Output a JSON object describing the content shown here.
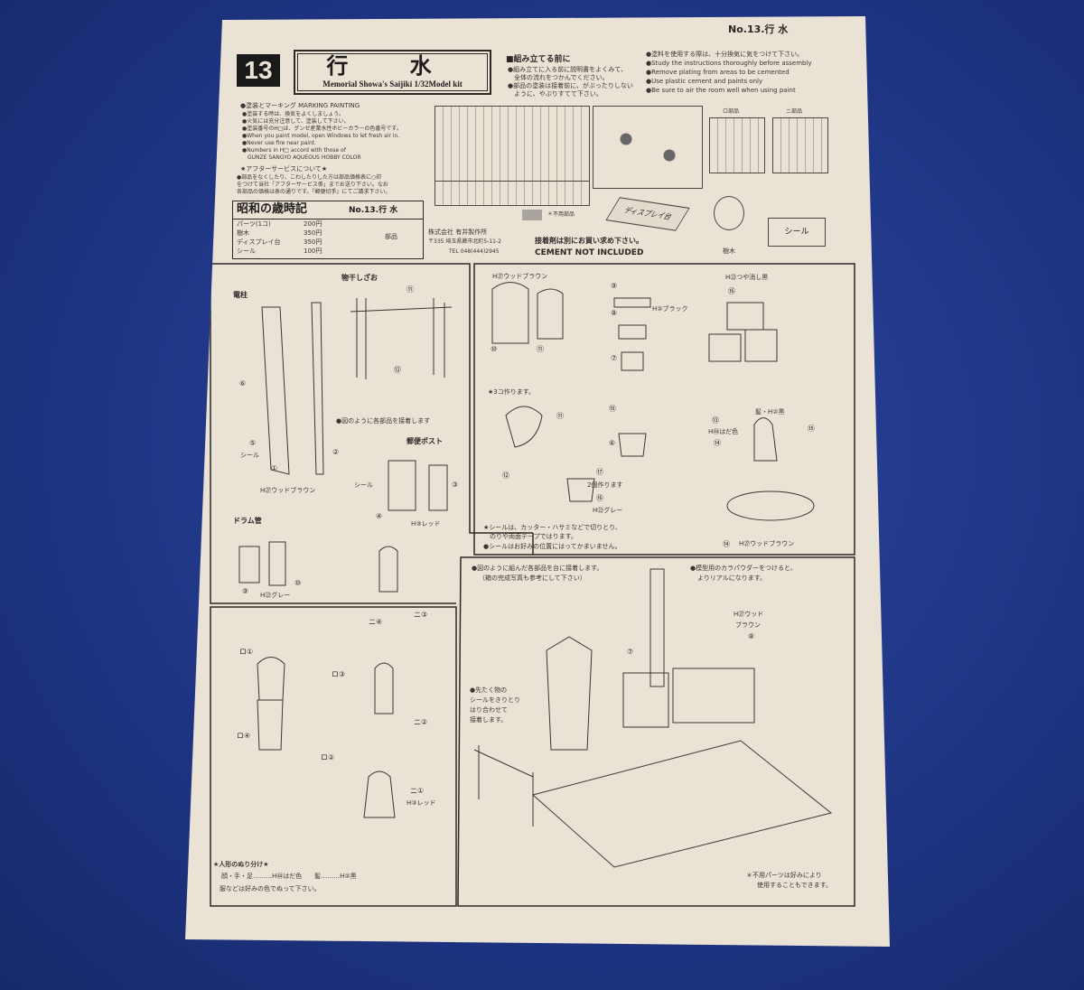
{
  "header": {
    "kit_number": "13",
    "title": "行 水",
    "subtitle": "Memorial Showa's Saijiki 1/32Model kit",
    "corner_label": "No.13.行 水"
  },
  "before_assembly": {
    "heading": "■組み立てる前に",
    "lines": [
      "●組み立てに入る前に説明書をよくみて、",
      "　全体の流れをつかんでください。",
      "●部品の塗装は接着前に、がぶったりしない",
      "　ように、やぶりすてて下さい。"
    ]
  },
  "notes_en": [
    "●塗料を使用する際は、十分換気に気をつけて下さい。",
    "●Study the instructions thoroughly before assembly",
    "●Remove plating from areas to be cemented",
    "●Use plastic cement and paints only",
    "●Be sure to air the room well when using paint"
  ],
  "painting": {
    "heading": "●塗装とマーキング MARKING PAINTING",
    "lines": [
      "●塗装する時は、換気をよくしましょう。",
      "●火気には充分注意して、塗装して下さい。",
      "●塗装番号のH□は、グンゼ産業水性ホビーカラーの色番号です。",
      "●When you paint model, open Windows to let fresh air in.",
      "●Never use fire near paint.",
      "●Numbers in H□ accord with those of",
      "　GUNZE SANGYO AQUEOUS HOBBY COLOR"
    ]
  },
  "after_service": {
    "heading": "★アフターサービスについて★",
    "lines": [
      "●部品をなくしたり、こわしたりした方は部品価格表に○印",
      "をつけて当社「アフターサービス係」までお送り下さい。なお",
      "各部品の価格は表の通りです。『郵便切手』にてご請求下さい。"
    ]
  },
  "price_table": {
    "title": "昭和の歳時記",
    "number": "No.13.行 水",
    "rows": [
      {
        "item": "パーツ(1コ)",
        "price": "200円"
      },
      {
        "item": "樹木",
        "price": "350円"
      },
      {
        "item": "ディスプレイ台",
        "price": "350円"
      },
      {
        "item": "シール",
        "price": "100円"
      }
    ],
    "parts_label": "部品"
  },
  "parts": {
    "unused_note": "＊不用部品",
    "display_base": "ディスプレイ台",
    "tree": "樹木",
    "seal": "シール",
    "figure_sprue_labels": [
      "ロ部品",
      "ニ部品"
    ]
  },
  "company": {
    "name": "株式会社 有井製作所",
    "address": "〒335 埼玉県蕨市北町5-11-2",
    "tel": "TEL 048(444)2945",
    "cement_jp": "接着剤は別にお買い求め下さい。",
    "cement_en": "CEMENT NOT INCLUDED"
  },
  "step1": {
    "pole": "電柱",
    "pole_labels": [
      "⑥",
      "⑤",
      "シール",
      "①",
      "②",
      "H㉗ウッドブラウン"
    ],
    "clothes_pole": "物干しざお",
    "clothes_labels": [
      "⑪",
      "⑫"
    ],
    "instruction": "●図のように各部品を接着します",
    "mailbox": "郵便ポスト",
    "mailbox_labels": [
      "シール",
      "③",
      "④",
      "H③レッド"
    ],
    "drum": "ドラム管",
    "drum_labels": [
      "⑨",
      "H㉒グレー",
      "⑩"
    ]
  },
  "step2": {
    "labels": [
      "H㉗ウッドブラウン",
      "⑩",
      "⑪",
      "⑨",
      "⑧",
      "H②ブラック",
      "⑦",
      "H㉒つや消し黒",
      "⑯",
      "★3コ作ります。",
      "⑪",
      "⑫",
      "⑮",
      "⑥",
      "⑰",
      "2個作ります",
      "⑯",
      "H㉒グレー",
      "髪・H②黒",
      "⑬",
      "H㊹はだ色",
      "⑭",
      "⑮",
      "⑭",
      "H㉗ウッドブラウン"
    ],
    "seal_note": [
      "★シールは、カッター・ハサミなどで切りとり、",
      "　のりや両面テープではります。",
      "●シールはお好みの位置にはってかまいません。"
    ]
  },
  "step3": {
    "labels": [
      "ロ①",
      "ロ③",
      "ロ④",
      "ロ②",
      "ニ③",
      "ニ④",
      "ニ②",
      "ニ①",
      "H③レッド"
    ],
    "paint_heading": "★人形のぬり分け★",
    "paint_line1": "顔・手・足………H㊹はだ色　　髪………H②黒",
    "paint_line2": "服などは好みの色でぬって下さい。"
  },
  "step4": {
    "note_left": [
      "●図のように組んだ各部品を台に接着します。",
      "（箱の完成写真も参考にして下さい）"
    ],
    "note_right": [
      "●模型用のカラパウダーをつけると、",
      "よりリアルになります。"
    ],
    "labels": [
      "H㉗ウッド",
      "ブラウン",
      "⑧",
      "⑦"
    ],
    "laundry_note": [
      "●先たく物の",
      "シールをきりとり",
      "はり合わせて",
      "接着します。"
    ],
    "unused_note": [
      "＊不用パーツは好みにより",
      "使用することもできます。"
    ]
  },
  "colors": {
    "background": "#22398a",
    "paper": "#ebe2d6",
    "ink": "#2a2725"
  }
}
